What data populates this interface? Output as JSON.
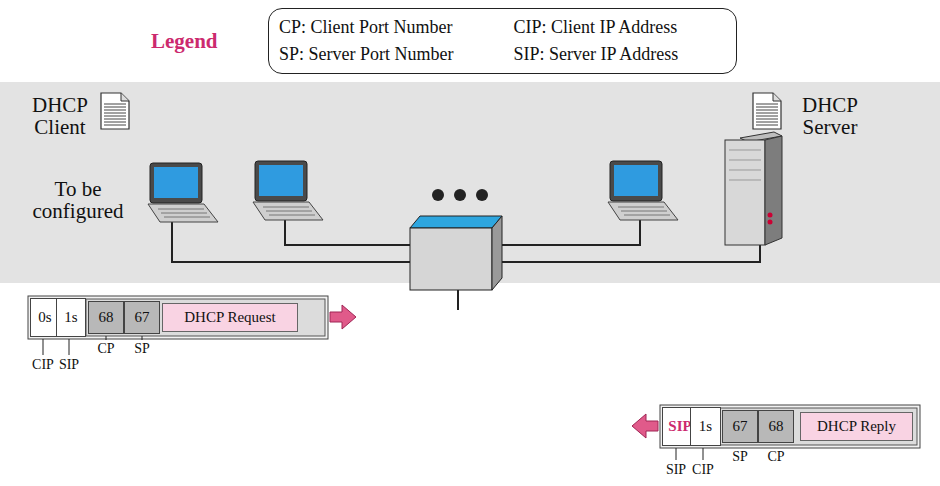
{
  "diagram": {
    "nodes": [
      {
        "text": [
          "Legend",
          "CP: Client Port Number",
          "CIP: Client IP Address",
          "SP: Server Port Number",
          "SIP: Server IP Address"
        ]
      },
      {
        "text": [
          "0s"
        ]
      },
      {
        "text": [
          "1s"
        ]
      },
      {
        "text": [
          "68"
        ]
      },
      {
        "text": [
          "67"
        ]
      },
      {
        "text": [
          "DHCP Request"
        ]
      },
      {
        "text": [
          "SIP"
        ]
      },
      {
        "text": [
          "1s"
        ]
      },
      {
        "text": [
          "67"
        ]
      },
      {
        "text": [
          "68"
        ]
      },
      {
        "text": [
          "DHCP Reply"
        ]
      }
    ],
    "labels": [
      "DHCP Client",
      "To be configured",
      "DHCP Server",
      "CIP",
      "SIP",
      "CP",
      "SP",
      "SIP",
      "CIP",
      "SP",
      "CP"
    ]
  }
}
